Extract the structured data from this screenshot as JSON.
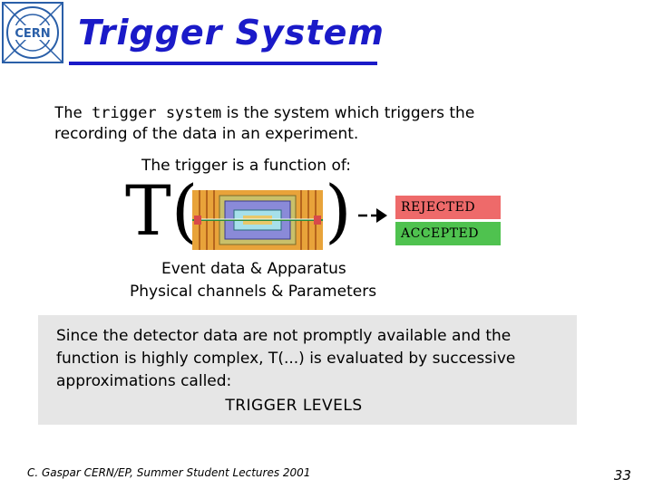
{
  "header": {
    "logo_text": "CERN",
    "title": "Trigger System"
  },
  "intro": {
    "term": "The trigger system",
    "rest": " is the system which triggers the recording of the data in an experiment."
  },
  "function": {
    "lead": "The trigger is a function of:",
    "symbol": "T(",
    "close_paren": ")",
    "outcomes": {
      "rejected": "REJECTED",
      "accepted": "ACCEPTED",
      "rejected_color": "#ee6a6a",
      "accepted_color": "#4fc24f"
    },
    "inputs_line1": "Event data & Apparatus",
    "inputs_line2": "Physical channels & Parameters"
  },
  "note": {
    "text": "Since the detector data are not promptly available and the function is highly complex, T(...) is evaluated by successive approximations called:",
    "emphasis": "TRIGGER LEVELS"
  },
  "footer": {
    "credit": "C. Gaspar CERN/EP, Summer Student Lectures 2001",
    "page": "33"
  },
  "colors": {
    "title": "#1a1ac8",
    "logo": "#2a5fa8",
    "note_background": "#e6e6e6"
  }
}
